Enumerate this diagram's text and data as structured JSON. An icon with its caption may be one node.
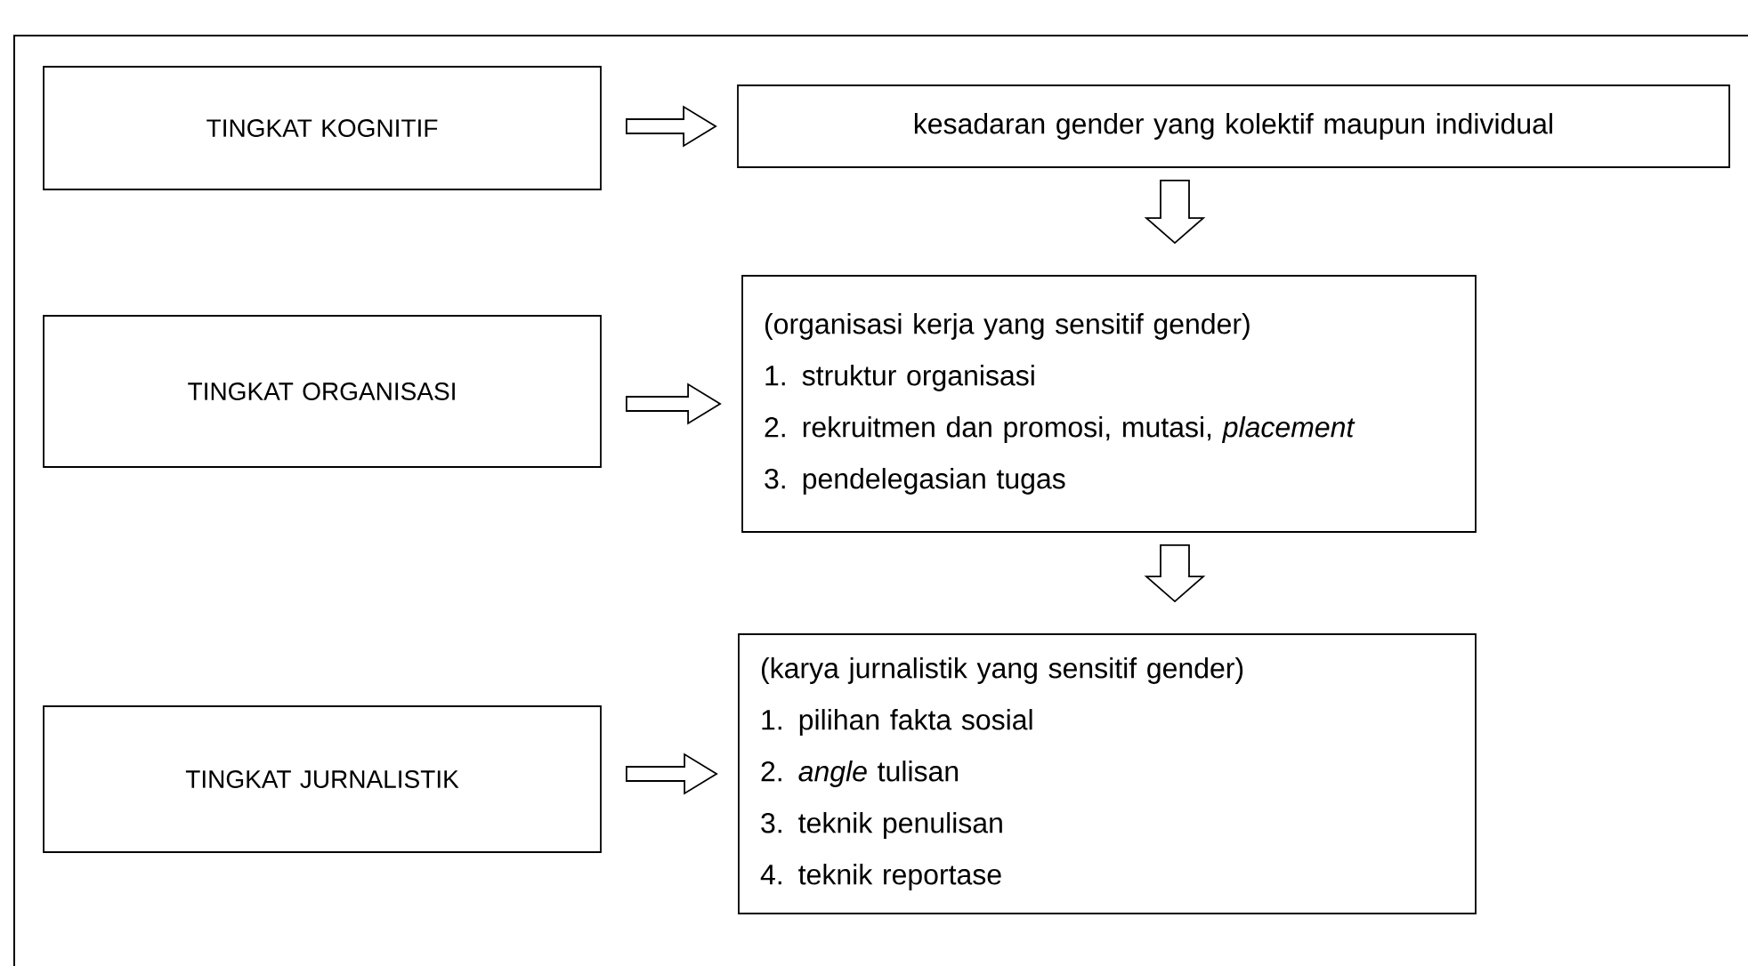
{
  "diagram": {
    "nodes": [
      {
        "text": [
          "TINGKAT KOGNITIF"
        ]
      },
      {
        "text": [
          "kesadaran gender yang kolektif maupun individual"
        ]
      },
      {
        "text": [
          "TINGKAT ORGANISASI"
        ]
      },
      {
        "text": [
          "(organisasi kerja yang sensitif gender)",
          "1. struktur organisasi",
          "2. rekruitmen dan promosi, mutasi, *placement*",
          "3. pendelegasian tugas"
        ]
      },
      {
        "text": [
          "TINGKAT JURNALISTIK"
        ]
      },
      {
        "text": [
          "(karya jurnalistik yang sensitif gender)",
          "1. pilihan fakta sosial",
          "2. *angle* tulisan",
          "3. teknik penulisan",
          "4. teknik reportase"
        ]
      }
    ],
    "edges": [
      {
        "from": 0,
        "to": 1,
        "arrow": "to"
      },
      {
        "from": 1,
        "to": 3,
        "arrow": "to"
      },
      {
        "from": 2,
        "to": 3,
        "arrow": "to"
      },
      {
        "from": 3,
        "to": 5,
        "arrow": "to"
      },
      {
        "from": 4,
        "to": 5,
        "arrow": "to"
      }
    ]
  }
}
